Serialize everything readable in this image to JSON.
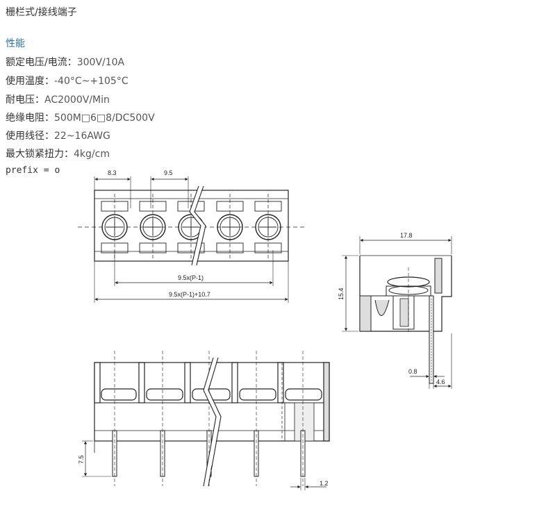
{
  "title": "栅栏式/接线端子",
  "section": "性能",
  "specs": [
    {
      "label": "额定电压/电流：",
      "value": "300V/10A"
    },
    {
      "label": "使用温度：",
      "value": "-40°C~+105°C"
    },
    {
      "label": "耐电压：",
      "value": "AC2000V/Min"
    },
    {
      "label": "绝缘电阻：",
      "value": "500M□6□8/DC500V"
    },
    {
      "label": "使用线径：",
      "value": "22~16AWG"
    },
    {
      "label": "最大锁紧扭力：",
      "value": "4kg/cm"
    }
  ],
  "code_line": "prefix = o",
  "drawing": {
    "dims": {
      "edge": "8.3",
      "pitch": "9.5",
      "inner_span": "9.5x(P-1)",
      "total_span": "9.5x(P-1)+10.7",
      "side_width": "17.8",
      "side_height": "15.4",
      "pin_thickness": "0.8",
      "pin_offset": "4.6",
      "pin_length": "7.5",
      "pin_width": "1.2"
    }
  }
}
